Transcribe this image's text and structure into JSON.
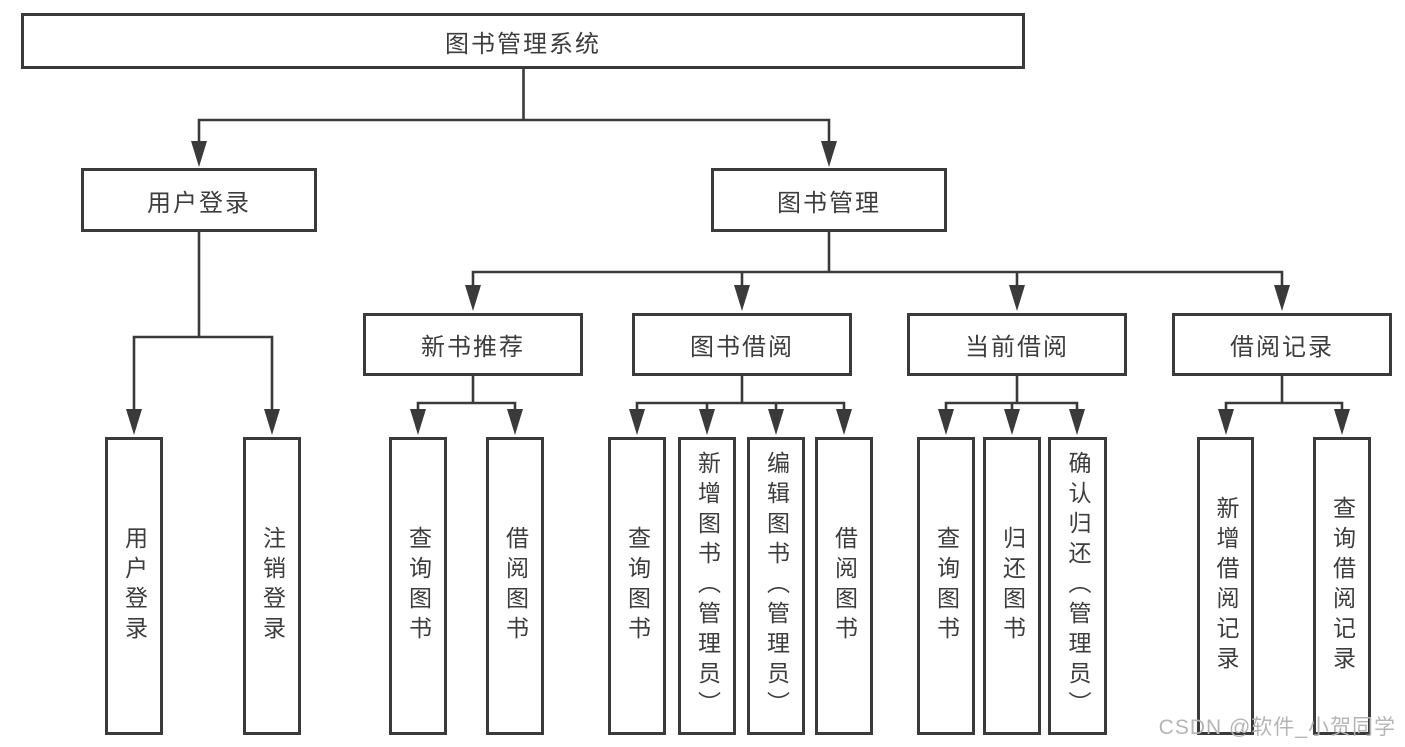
{
  "colors": {
    "line": "#3a3a3a",
    "text": "#3d3d3d",
    "background": "#ffffff",
    "watermark": "#b5b5b5"
  },
  "root": {
    "label": "图书管理系统"
  },
  "level2": {
    "user_login": {
      "label": "用户登录"
    },
    "book_management": {
      "label": "图书管理"
    }
  },
  "level3": {
    "new_book_recommend": {
      "label": "新书推荐"
    },
    "book_borrowing": {
      "label": "图书借阅"
    },
    "current_borrowing": {
      "label": "当前借阅"
    },
    "borrowing_records": {
      "label": "借阅记录"
    }
  },
  "leaves": {
    "user_login": {
      "label": "用户登录"
    },
    "logout": {
      "label": "注销登录"
    },
    "recommend_query_books": {
      "label": "查询图书"
    },
    "recommend_borrow_books": {
      "label": "借阅图书"
    },
    "borrowing_query_books": {
      "label": "查询图书"
    },
    "borrowing_add_books_admin": {
      "label": "新增图书（管理员）"
    },
    "borrowing_edit_books_admin": {
      "label": "编辑图书（管理员）"
    },
    "borrowing_borrow_books": {
      "label": "借阅图书"
    },
    "current_query_books": {
      "label": "查询图书"
    },
    "current_return_books": {
      "label": "归还图书"
    },
    "current_confirm_return_admin": {
      "label": "确认归还（管理员）"
    },
    "records_add_record": {
      "label": "新增借阅记录"
    },
    "records_query_record": {
      "label": "查询借阅记录"
    }
  },
  "watermark": {
    "text": "CSDN @软件_小贺同学"
  }
}
